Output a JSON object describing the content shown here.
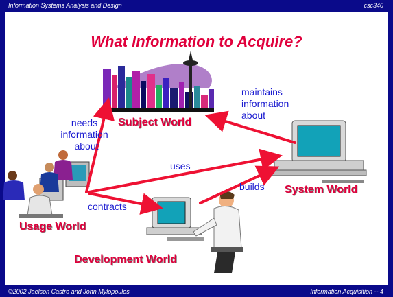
{
  "header": {
    "left": "Information Systems Analysis and Design",
    "right": "csc340"
  },
  "title": "What Information to Acquire?",
  "worlds": {
    "subject": "Subject World",
    "system": "System World",
    "usage": "Usage World",
    "development": "Development World"
  },
  "relations": {
    "needs": [
      "needs",
      "information",
      "about"
    ],
    "maintains": [
      "maintains",
      "information",
      "about"
    ],
    "uses": "uses",
    "builds": "builds",
    "contracts": "contracts"
  },
  "footer": {
    "left": "©2002 Jaelson Castro and John Mylopoulos",
    "right": "Information Acquisition -- 4"
  },
  "colors": {
    "frame": "#0a0a8a",
    "title": "#e0003c",
    "arrow": "#ee1133",
    "relation_text": "#1a1ad0"
  }
}
